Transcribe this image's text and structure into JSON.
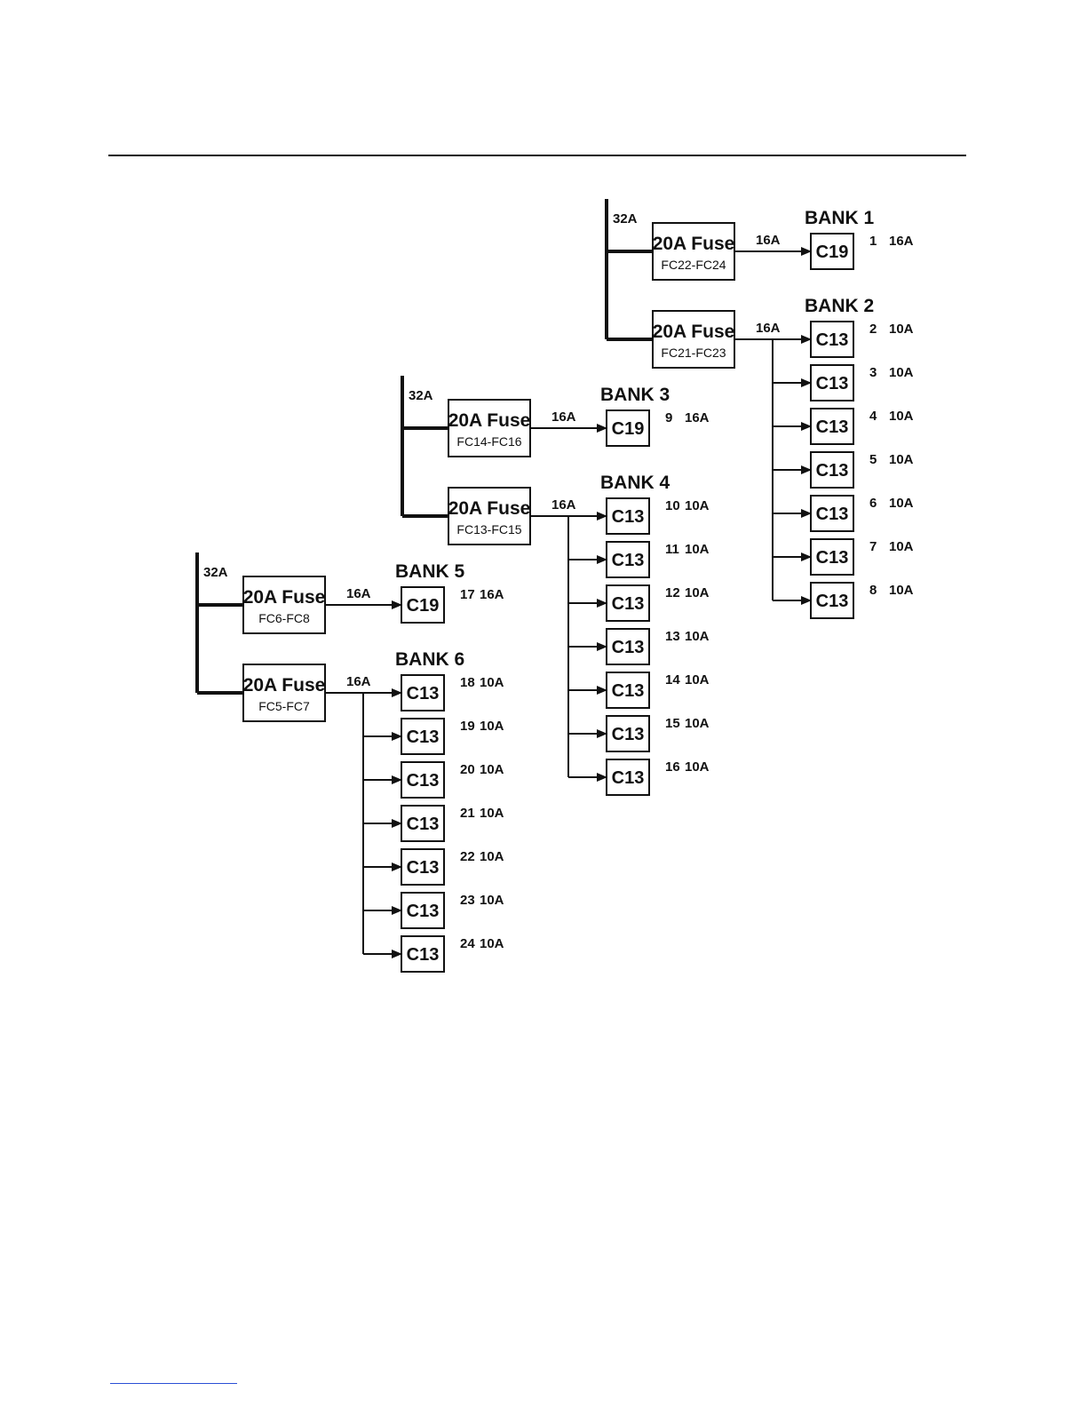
{
  "diagram": {
    "groups": [
      {
        "input_label": "32A",
        "branches": [
          {
            "fuse_label": "20A Fuse",
            "fuse_range": "FC22-FC24",
            "line_label": "16A",
            "bank_title": "BANK 1",
            "outlets": [
              {
                "type": "C19",
                "num": "1",
                "rating": "16A"
              }
            ]
          },
          {
            "fuse_label": "20A Fuse",
            "fuse_range": "FC21-FC23",
            "line_label": "16A",
            "bank_title": "BANK 2",
            "outlets": [
              {
                "type": "C13",
                "num": "2",
                "rating": "10A"
              },
              {
                "type": "C13",
                "num": "3",
                "rating": "10A"
              },
              {
                "type": "C13",
                "num": "4",
                "rating": "10A"
              },
              {
                "type": "C13",
                "num": "5",
                "rating": "10A"
              },
              {
                "type": "C13",
                "num": "6",
                "rating": "10A"
              },
              {
                "type": "C13",
                "num": "7",
                "rating": "10A"
              },
              {
                "type": "C13",
                "num": "8",
                "rating": "10A"
              }
            ]
          }
        ]
      },
      {
        "input_label": "32A",
        "branches": [
          {
            "fuse_label": "20A Fuse",
            "fuse_range": "FC14-FC16",
            "line_label": "16A",
            "bank_title": "BANK 3",
            "outlets": [
              {
                "type": "C19",
                "num": "9",
                "rating": "16A"
              }
            ]
          },
          {
            "fuse_label": "20A Fuse",
            "fuse_range": "FC13-FC15",
            "line_label": "16A",
            "bank_title": "BANK 4",
            "outlets": [
              {
                "type": "C13",
                "num": "10",
                "rating": "10A"
              },
              {
                "type": "C13",
                "num": "11",
                "rating": "10A"
              },
              {
                "type": "C13",
                "num": "12",
                "rating": "10A"
              },
              {
                "type": "C13",
                "num": "13",
                "rating": "10A"
              },
              {
                "type": "C13",
                "num": "14",
                "rating": "10A"
              },
              {
                "type": "C13",
                "num": "15",
                "rating": "10A"
              },
              {
                "type": "C13",
                "num": "16",
                "rating": "10A"
              }
            ]
          }
        ]
      },
      {
        "input_label": "32A",
        "branches": [
          {
            "fuse_label": "20A Fuse",
            "fuse_range": "FC6-FC8",
            "line_label": "16A",
            "bank_title": "BANK 5",
            "outlets": [
              {
                "type": "C19",
                "num": "17",
                "rating": "16A"
              }
            ]
          },
          {
            "fuse_label": "20A Fuse",
            "fuse_range": "FC5-FC7",
            "line_label": "16A",
            "bank_title": "BANK 6",
            "outlets": [
              {
                "type": "C13",
                "num": "18",
                "rating": "10A"
              },
              {
                "type": "C13",
                "num": "19",
                "rating": "10A"
              },
              {
                "type": "C13",
                "num": "20",
                "rating": "10A"
              },
              {
                "type": "C13",
                "num": "21",
                "rating": "10A"
              },
              {
                "type": "C13",
                "num": "22",
                "rating": "10A"
              },
              {
                "type": "C13",
                "num": "23",
                "rating": "10A"
              },
              {
                "type": "C13",
                "num": "24",
                "rating": "10A"
              }
            ]
          }
        ]
      }
    ]
  }
}
